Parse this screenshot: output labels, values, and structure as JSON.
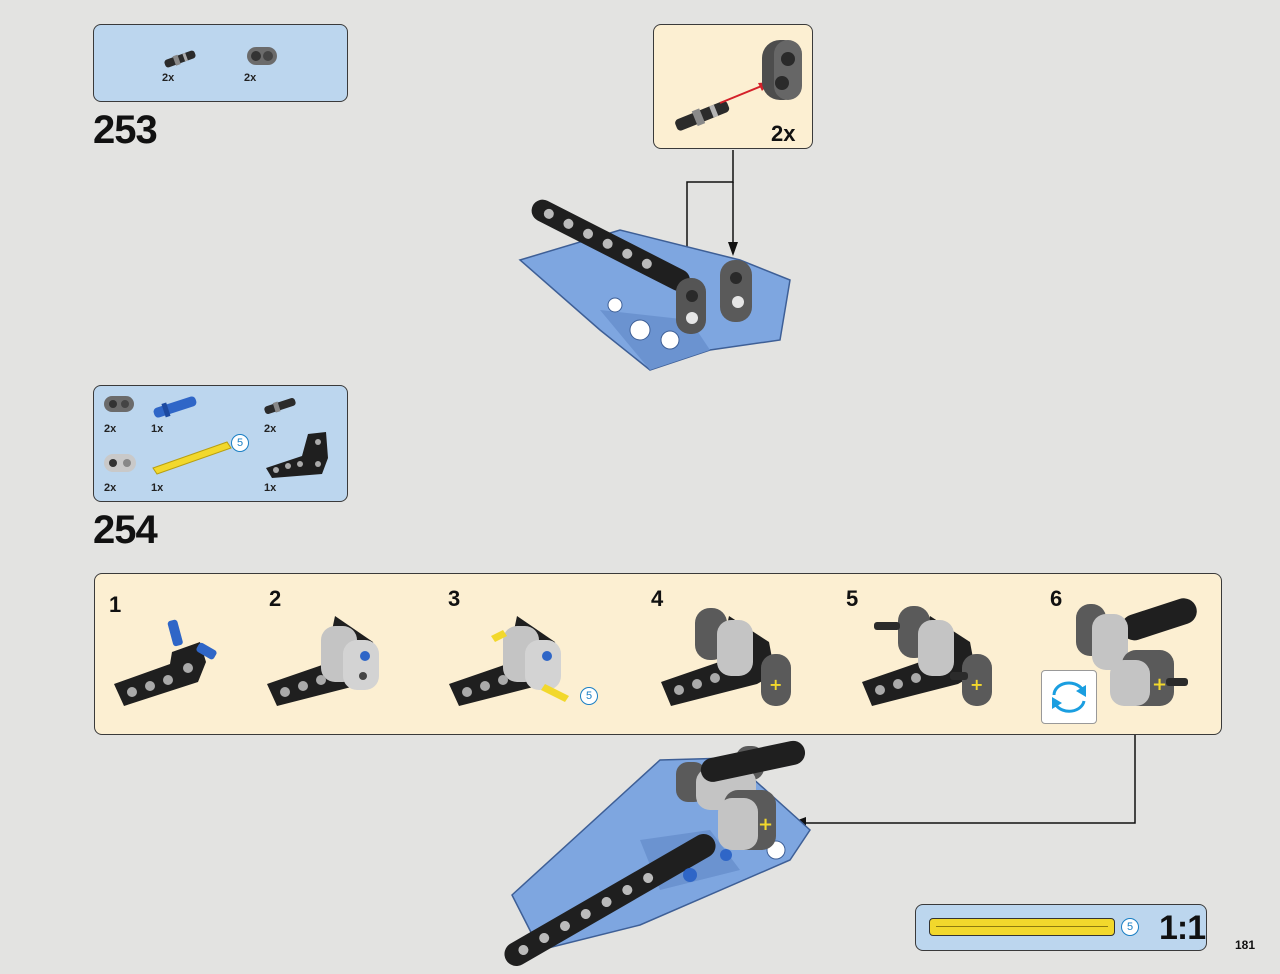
{
  "page_number": "181",
  "step_253": {
    "number": "253",
    "parts": [
      {
        "name": "pin-with-axle",
        "qty": "2x"
      },
      {
        "name": "axle-pin-connector",
        "qty": "2x"
      }
    ],
    "callout": {
      "qty": "2x"
    }
  },
  "step_254": {
    "number": "254",
    "parts": [
      {
        "name": "axle-pin-connector",
        "qty": "2x"
      },
      {
        "name": "blue-pin-long",
        "qty": "1x"
      },
      {
        "name": "pin-with-axle",
        "qty": "2x"
      },
      {
        "name": "light-gray-connector",
        "qty": "2x"
      },
      {
        "name": "yellow-axle",
        "qty": "1x",
        "length": "5"
      },
      {
        "name": "black-angled-beam",
        "qty": "1x"
      }
    ],
    "substeps": [
      "1",
      "2",
      "3",
      "4",
      "5",
      "6"
    ],
    "axle_length_label": "5"
  },
  "scale_box": {
    "axle_length": "5",
    "ratio": "1:1"
  },
  "colors": {
    "parts_box": "#bcd6ee",
    "callout_box": "#fcefd2",
    "page_bg": "#e3e3e1",
    "arrow_red": "#d4212a",
    "rotate_icon": "#1a9ee0",
    "yellow_axle": "#f2d82c"
  },
  "icons": [
    "rotate-model-icon",
    "arrow-icon"
  ]
}
